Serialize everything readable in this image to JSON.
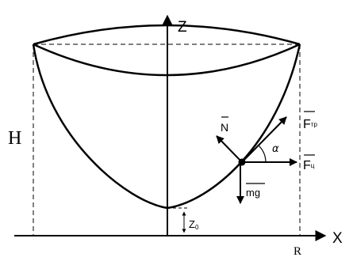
{
  "diagram": {
    "labels": {
      "z_axis": "Z",
      "x_axis": "X",
      "height": "H",
      "radius": "R",
      "z0_main": "Z",
      "z0_sub": "0",
      "normal_force": "N",
      "friction_main": "F",
      "friction_sub": "тр",
      "centrifugal_main": "F",
      "centrifugal_sub": "ц",
      "gravity": "mg",
      "angle": "α"
    },
    "colors": {
      "ink": "#000000",
      "background": "#ffffff"
    }
  }
}
